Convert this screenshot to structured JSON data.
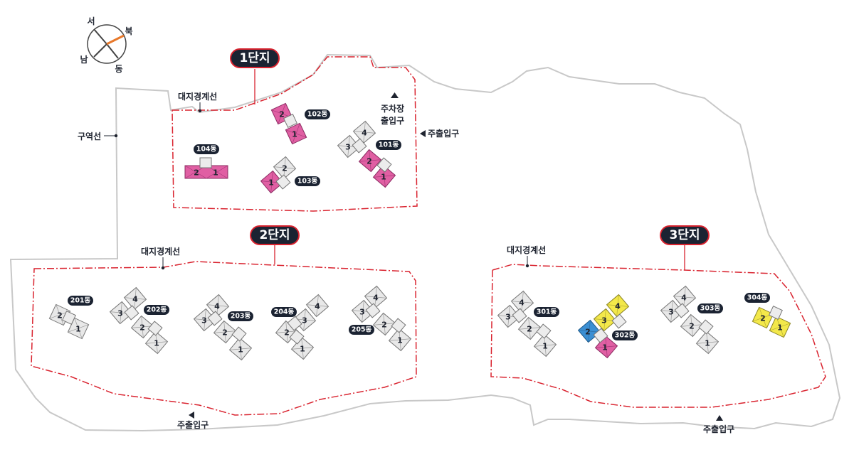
{
  "compass": {
    "north": "북",
    "south": "남",
    "east": "동",
    "west": "서"
  },
  "labels": {
    "district_line": "구역선",
    "site_boundary": "대지경계선",
    "main_entrance": "주출입구",
    "parking_entrance_line1": "주차장",
    "parking_entrance_line2": "출입구"
  },
  "complexes": [
    {
      "id": "c1",
      "name": "1단지"
    },
    {
      "id": "c2",
      "name": "2단지"
    },
    {
      "id": "c3",
      "name": "3단지"
    }
  ],
  "buildings": [
    {
      "id": "104",
      "label": "104동"
    },
    {
      "id": "102",
      "label": "102동"
    },
    {
      "id": "103",
      "label": "103동"
    },
    {
      "id": "101",
      "label": "101동"
    },
    {
      "id": "201",
      "label": "201동"
    },
    {
      "id": "202",
      "label": "202동"
    },
    {
      "id": "203",
      "label": "203동"
    },
    {
      "id": "204",
      "label": "204동"
    },
    {
      "id": "205",
      "label": "205동"
    },
    {
      "id": "301",
      "label": "301동"
    },
    {
      "id": "302",
      "label": "302동"
    },
    {
      "id": "303",
      "label": "303동"
    },
    {
      "id": "304",
      "label": "304동"
    }
  ],
  "line_numbers": [
    "1",
    "2",
    "3",
    "4"
  ],
  "colors": {
    "pink": "#e05fa3",
    "gray": "#e8e8e8",
    "yellow": "#f3e84a",
    "blue": "#3b8fd3",
    "boundary_red": "#d9232f",
    "tag_dark": "#1b2332",
    "district_gray": "#c8c8c8",
    "compass_orange": "#e8782a"
  }
}
